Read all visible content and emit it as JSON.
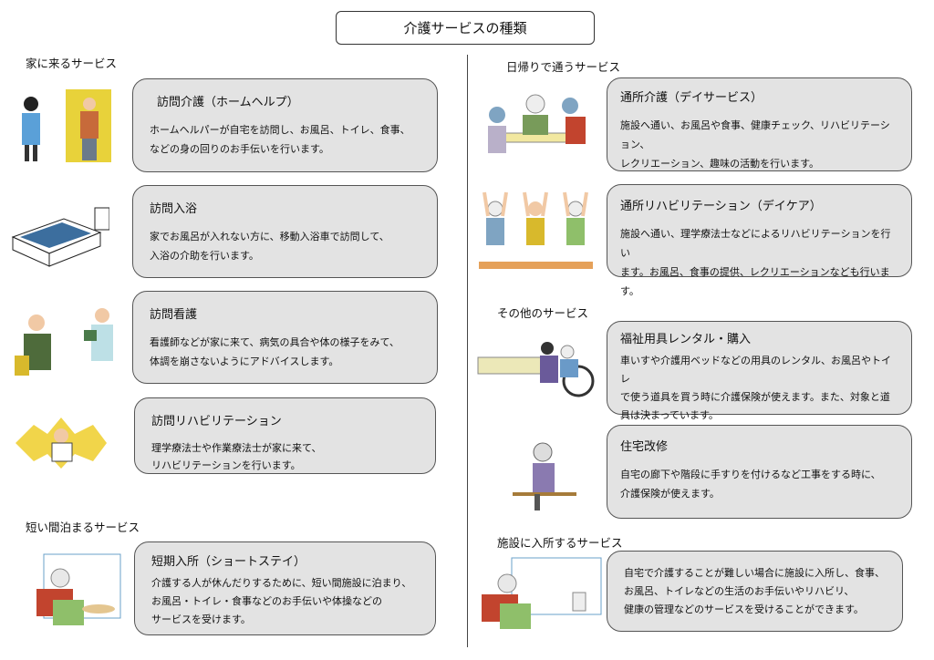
{
  "title": "介護サービスの種類",
  "sections": {
    "home": "家に来るサービス",
    "short_stay": "短い間泊まるサービス",
    "day": "日帰りで通うサービス",
    "other": "その他のサービス",
    "facility": "施設に入所するサービス"
  },
  "cards": {
    "home_help": {
      "title": "訪問介護（ホームヘルプ）",
      "text": "ホームヘルパーが自宅を訪問し、お風呂、トイレ、食事、\nなどの身の回りのお手伝いを行います。"
    },
    "bath": {
      "title": "訪問入浴",
      "text": "家でお風呂が入れない方に、移動入浴車で訪問して、\n入浴の介助を行います。"
    },
    "nursing": {
      "title": "訪問看護",
      "text": "看護師などが家に来て、病気の具合や体の様子をみて、\n体調を崩さないようにアドバイスします。"
    },
    "home_rehab": {
      "title": "訪問リハビリテーション",
      "text": "理学療法士や作業療法士が家に来て、\nリハビリテーションを行います。"
    },
    "short": {
      "title": "短期入所（ショートステイ）",
      "text": "介護する人が休んだりするために、短い間施設に泊まり、\nお風呂・トイレ・食事などのお手伝いや体操などの\nサービスを受けます。"
    },
    "day_service": {
      "title": "通所介護（デイサービス）",
      "text": "施設へ通い、お風呂や食事、健康チェック、リハビリテーション、\nレクリエーション、趣味の活動を行います。"
    },
    "day_care": {
      "title": "通所リハビリテーション（デイケア）",
      "text": "施設へ通い、理学療法士などによるリハビリテーションを行い\nます。お風呂、食事の提供、レクリエーションなども行います。"
    },
    "equipment": {
      "title": "福祉用具レンタル・購入",
      "text": "車いすや介護用ベッドなどの用具のレンタル、お風呂やトイレ\nで使う道具を買う時に介護保険が使えます。また、対象と道\n具は決まっています。"
    },
    "renovation": {
      "title": "住宅改修",
      "text": "自宅の廊下や階段に手すりを付けるなど工事をする時に、\n介護保険が使えます。"
    },
    "facility": {
      "text": "自宅で介護することが難しい場合に施設に入所し、食事、\nお風呂、トイレなどの生活のお手伝いやリハビリ、\n健康の管理などのサービスを受けることができます。"
    }
  }
}
